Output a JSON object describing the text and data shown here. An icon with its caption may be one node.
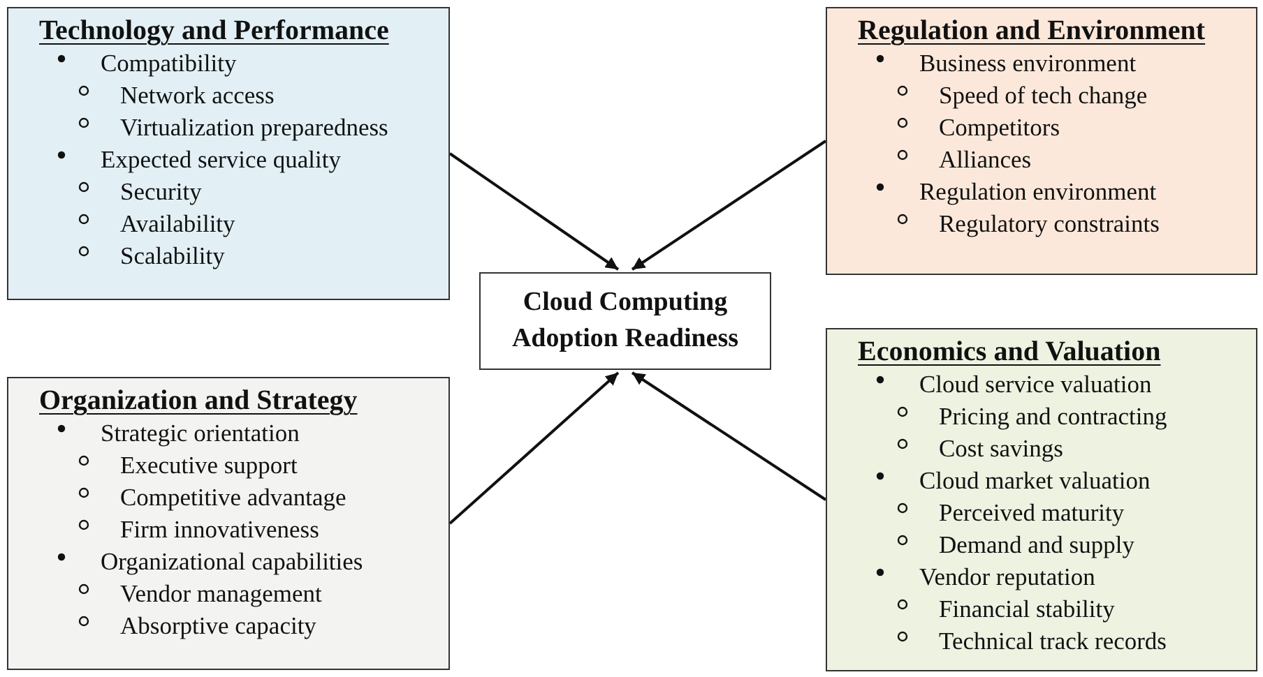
{
  "diagram": {
    "nodes": [
      {
        "text": [
          "Technology and Performance",
          "Compatibility",
          "Network access",
          "Virtualization preparedness",
          "Expected service quality",
          "Security",
          "Availability",
          "Scalability"
        ]
      },
      {
        "text": [
          "Regulation and Environment",
          "Business environment",
          "Speed of tech change",
          "Competitors",
          "Alliances",
          "Regulation environment",
          "Regulatory constraints"
        ]
      },
      {
        "text": [
          "Cloud Computing Adoption Readiness"
        ]
      },
      {
        "text": [
          "Economics and Valuation",
          "Cloud service valuation",
          "Pricing and contracting",
          "Cost savings",
          "Cloud market valuation",
          "Perceived maturity",
          "Demand and supply",
          "Vendor reputation",
          "Financial stability",
          "Technical track records"
        ]
      },
      {
        "text": [
          "Organization and Strategy",
          "Strategic orientation",
          "Executive support",
          "Competitive advantage",
          "Firm innovativeness",
          "Organizational capabilities",
          "Vendor management",
          "Absorptive capacity"
        ]
      }
    ],
    "edges": [
      {
        "from": 0,
        "to": 2,
        "arrow": "to"
      },
      {
        "from": 1,
        "to": 2,
        "arrow": "to"
      },
      {
        "from": 4,
        "to": 2,
        "arrow": "to"
      },
      {
        "from": 3,
        "to": 2,
        "arrow": "to"
      }
    ]
  }
}
